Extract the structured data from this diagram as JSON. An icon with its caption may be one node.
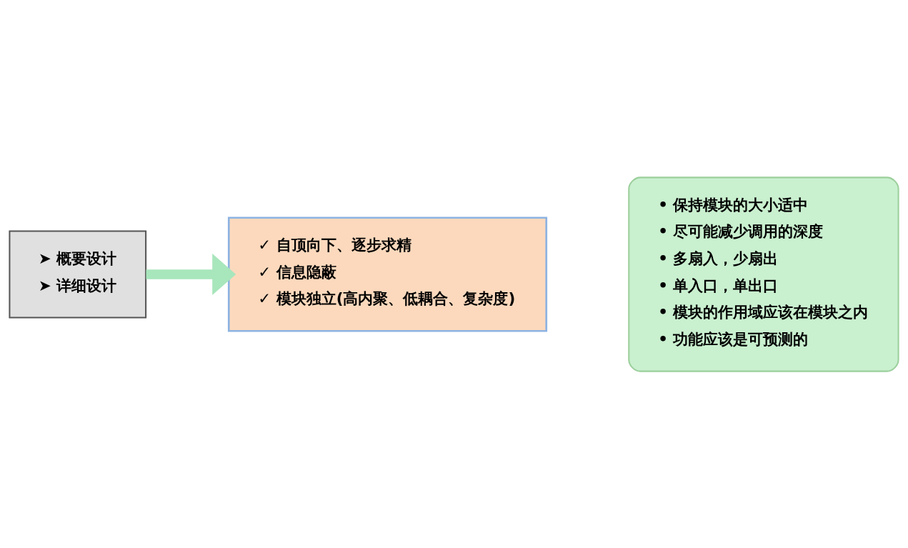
{
  "diagram": {
    "nodes": [
      {
        "text": [
          "➤ 概要设计",
          "➤ 详细设计"
        ]
      },
      {
        "text": [
          "✓ 自顶向下、逐步求精",
          "✓ 信息隐蔽",
          "✓ 模块独立(高内聚、低耦合、复杂度)"
        ]
      },
      {
        "text": [
          "• 保持模块的大小适中",
          "• 尽可能减少调用的深度",
          "• 多扇入，少扇出",
          "• 单入口，单出口",
          "• 模块的作用域应该在模块之内",
          "• 功能应该是可预测的"
        ]
      }
    ],
    "edges": [
      {
        "from": 0,
        "to": 1,
        "arrow": "to"
      }
    ]
  }
}
